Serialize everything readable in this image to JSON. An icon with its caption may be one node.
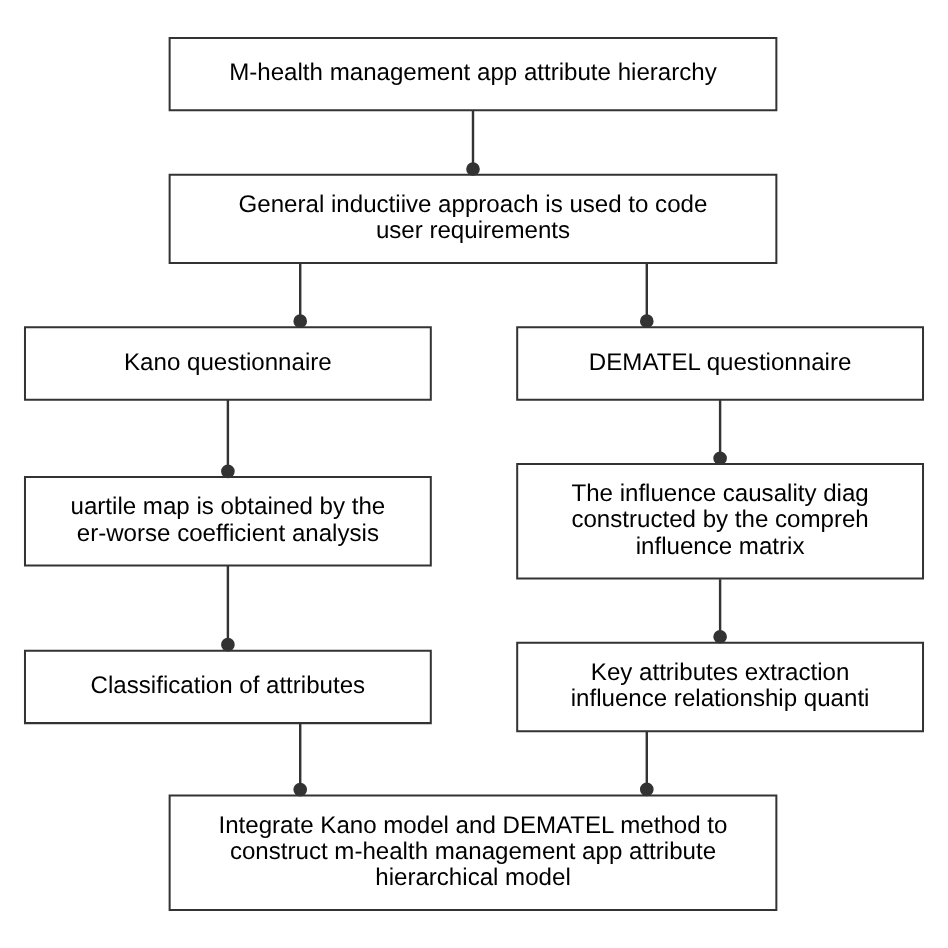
{
  "diagram": {
    "nodes": [
      {
        "text": [
          "M-health management app attribute hierarchy"
        ]
      },
      {
        "text": [
          "General inductiive approach is used to code user requirements"
        ]
      },
      {
        "text": [
          "Kano questionnaire"
        ]
      },
      {
        "text": [
          "DEMATEL questionnaire"
        ]
      },
      {
        "text": [
          "uartile map is obtained by the er-worse coefficient analysis"
        ]
      },
      {
        "text": [
          "The influence causality diag constructed by the compreh influence matrix"
        ]
      },
      {
        "text": [
          "Classification of attributes"
        ]
      },
      {
        "text": [
          "Key attributes extraction influence relationship quanti"
        ]
      },
      {
        "text": [
          "Integrate Kano model and DEMATEL method to construct m-health management app attribute hierarchical model"
        ]
      }
    ],
    "edges": [
      {
        "from": 0,
        "to": 1,
        "arrow": "other"
      },
      {
        "from": 1,
        "to": 2,
        "arrow": "other"
      },
      {
        "from": 1,
        "to": 3,
        "arrow": "other"
      },
      {
        "from": 2,
        "to": 4,
        "arrow": "other"
      },
      {
        "from": 4,
        "to": 6,
        "arrow": "other"
      },
      {
        "from": 3,
        "to": 5,
        "arrow": "other"
      },
      {
        "from": 5,
        "to": 7,
        "arrow": "other"
      },
      {
        "from": 6,
        "to": 8,
        "arrow": "other"
      },
      {
        "from": 7,
        "to": 8,
        "arrow": "other"
      }
    ]
  }
}
